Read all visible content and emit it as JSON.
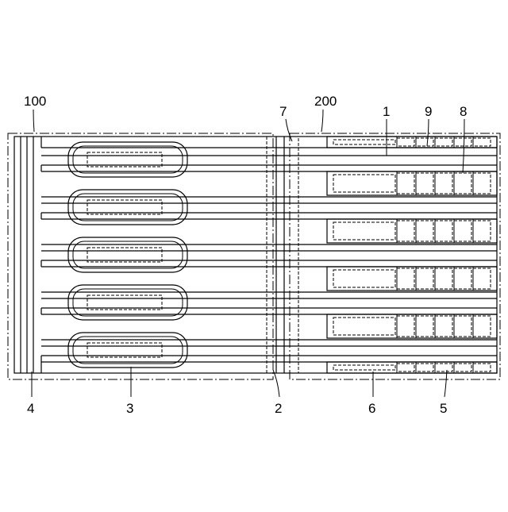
{
  "labels": {
    "region_first": "100",
    "region_second": "200",
    "ref_1": "1",
    "ref_2": "2",
    "ref_3": "3",
    "ref_4": "4",
    "ref_5": "5",
    "ref_6": "6",
    "ref_7": "7",
    "ref_8": "8",
    "ref_9": "9"
  }
}
